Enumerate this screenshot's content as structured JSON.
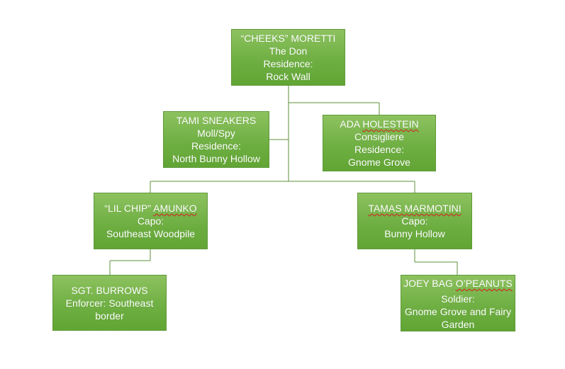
{
  "org_chart": {
    "nodes": [
      {
        "id": "moretti",
        "lines": [
          "“CHEEKS” MORETTI",
          "The Don",
          "Residence:",
          "Rock Wall"
        ]
      },
      {
        "id": "sneakers",
        "lines": [
          "TAMI SNEAKERS",
          "Moll/Spy",
          "Residence:",
          "North Bunny Hollow"
        ]
      },
      {
        "id": "holestein",
        "name_prefix": "ADA ",
        "name_flagged": "HOLESTEIN",
        "lines": [
          "Consigliere",
          "Residence:",
          "Gnome Grove"
        ]
      },
      {
        "id": "amunko",
        "name_prefix": "“LIL CHIP” ",
        "name_flagged": "AMUNKO",
        "lines": [
          "Capo:",
          "Southeast Woodpile"
        ]
      },
      {
        "id": "marmotini",
        "name_flagged": "TAMAS MARMOTINI",
        "lines": [
          "Capo:",
          "Bunny Hollow"
        ]
      },
      {
        "id": "burrows",
        "lines": [
          "SGT. BURROWS",
          "Enforcer: Southeast",
          "border"
        ]
      },
      {
        "id": "joey",
        "name_prefix": "JOEY BAG ",
        "name_flagged": "O’PEANUTS",
        "lines": [
          "Soldier:",
          "Gnome Grove and Fairy",
          "Garden"
        ]
      }
    ],
    "colors": {
      "fill": "#70AD47",
      "border": "#5F9A39",
      "text": "#FFFFFF",
      "connector": "#5E8F3A",
      "flag_underline": "#E02020"
    }
  }
}
